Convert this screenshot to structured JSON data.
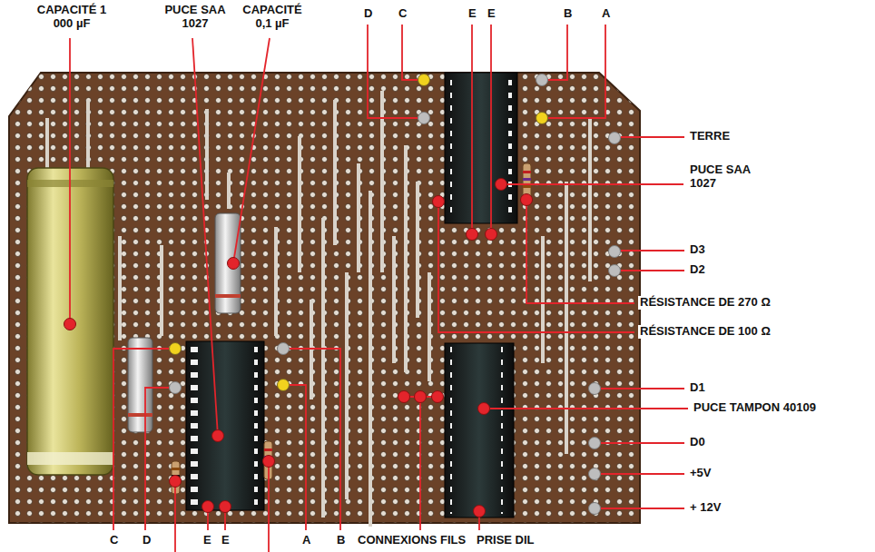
{
  "diagram": {
    "labels": [
      "CAPACITÉ 1 000 µF",
      "PUCE SAA 1027",
      "CAPACITÉ 0,1 µF",
      "D",
      "C",
      "E",
      "E",
      "B",
      "A",
      "TERRE",
      "PUCE SAA 1027",
      "D3",
      "D2",
      "RÉSISTANCE DE 270 Ω",
      "RÉSISTANCE DE 100 Ω",
      "D1",
      "PUCE TAMPON 40109",
      "D0",
      "+5V",
      "+ 12V",
      "C",
      "D",
      "E",
      "E",
      "A",
      "B",
      "CONNEXIONS FILS",
      "PRISE DIL"
    ]
  }
}
